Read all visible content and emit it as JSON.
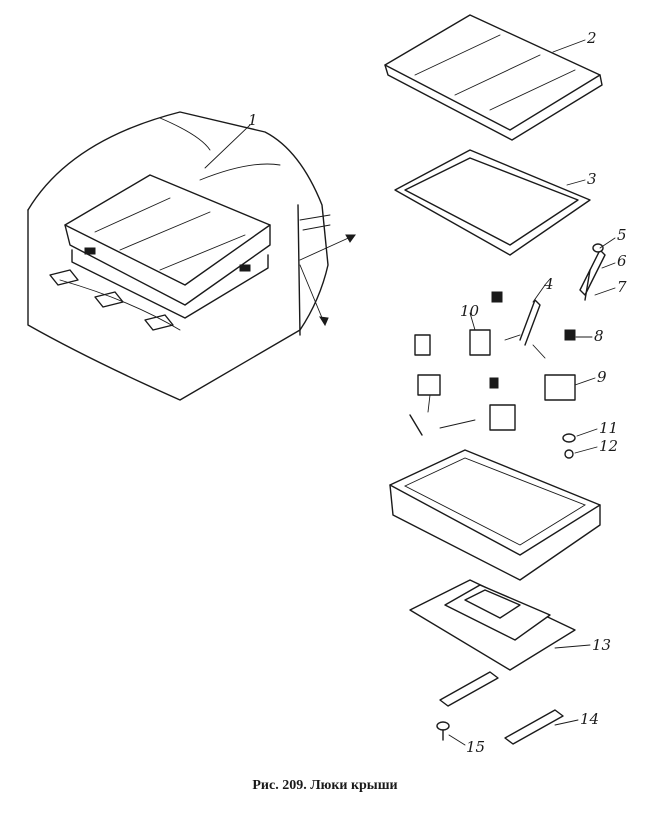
{
  "caption": "Рис. 209. Люки крыши",
  "callouts": [
    "1",
    "2",
    "3",
    "4",
    "5",
    "6",
    "7",
    "8",
    "9",
    "10",
    "11",
    "12",
    "13",
    "14",
    "15"
  ]
}
